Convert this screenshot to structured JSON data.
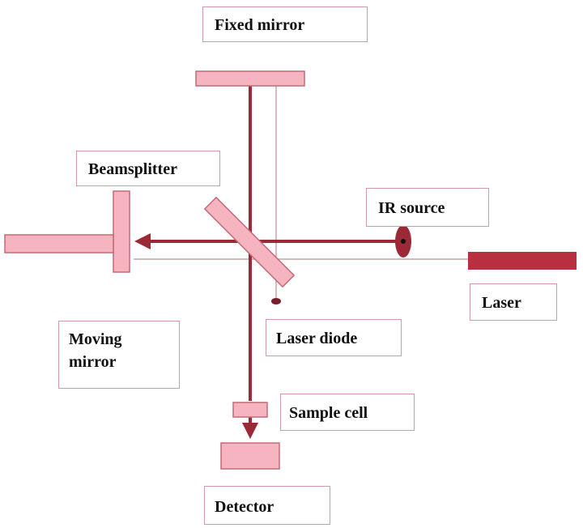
{
  "labels": {
    "fixed_mirror": "Fixed mirror",
    "beamsplitter": "Beamsplitter",
    "ir_source": "IR source",
    "laser": "Laser",
    "moving_mirror": "Moving mirror",
    "laser_diode": "Laser diode",
    "sample_cell": "Sample cell",
    "detector": "Detector"
  },
  "colors": {
    "component_fill": "#f5b4bf",
    "component_stroke": "#c26b77",
    "ir_beam": "#9c2a36",
    "laser_beam": "#c9a3a8",
    "laser_body": "#b8303f",
    "label_border": "#cf9aa0"
  }
}
